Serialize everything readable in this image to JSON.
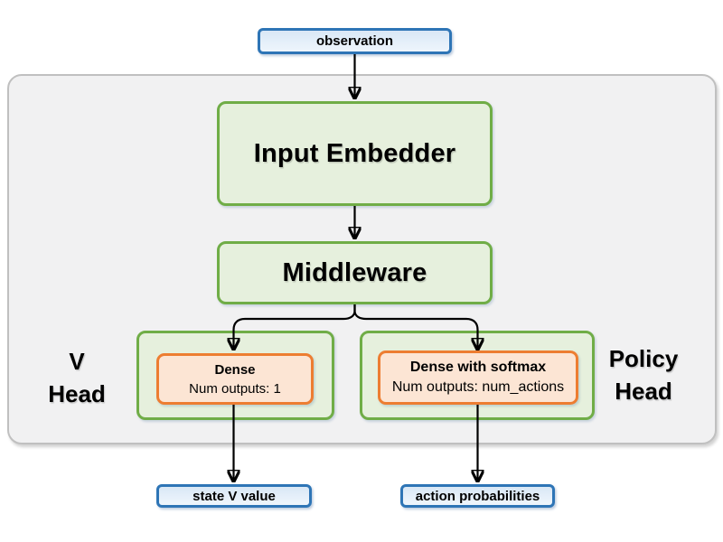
{
  "nodes": {
    "observation": {
      "label": "observation"
    },
    "input_embedder": {
      "label": "Input Embedder"
    },
    "middleware": {
      "label": "Middleware"
    },
    "v_head": {
      "line1": "V",
      "line2": "Head"
    },
    "v_dense": {
      "title": "Dense",
      "subtitle": "Num outputs: 1"
    },
    "policy_head": {
      "line1": "Policy",
      "line2": "Head"
    },
    "policy_dense": {
      "title": "Dense with softmax",
      "subtitle": "Num outputs: num_actions"
    },
    "state_v_value": {
      "label": "state V value"
    },
    "action_probabilities": {
      "label": "action probabilities"
    }
  },
  "colors": {
    "green_border": "#70ad47",
    "green_fill": "#e6f0dd",
    "orange_border": "#ed7d31",
    "orange_fill": "#fce5d4",
    "blue_border": "#2e75b6",
    "blue_fill": "#dce9f6",
    "panel_border": "#c0c0c0",
    "panel_fill": "#f1f1f2",
    "arrow": "#000000"
  }
}
